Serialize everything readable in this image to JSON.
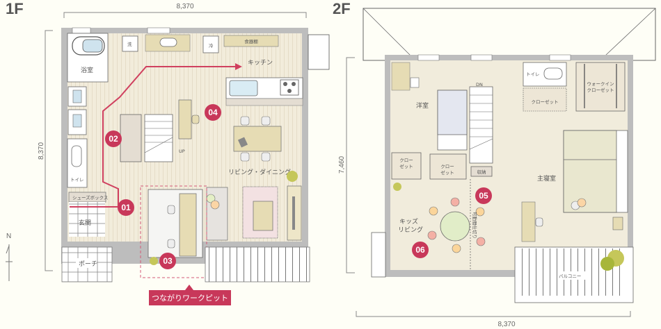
{
  "floors": {
    "first": {
      "label": "1F",
      "width_dim": "8,370",
      "depth_dim": "8,370",
      "rooms": {
        "bath": "浴室",
        "washer": "洗",
        "fridge": "冷",
        "cupboard": "食器棚",
        "kitchen": "キッチン",
        "toilet": "トイレ",
        "shoe_box": "シューズボックス",
        "entrance": "玄関",
        "porch": "ポーチ",
        "living_dining": "リビング・ダイニング",
        "stairs_up": "UP"
      },
      "badges": [
        "01",
        "02",
        "03",
        "04"
      ],
      "callout": "つながりワークピット"
    },
    "second": {
      "label": "2F",
      "width_dim": "8,370",
      "depth_dim": "7,460",
      "rooms": {
        "western_room": "洋室",
        "stairs_down": "DN",
        "closet_1_line1": "クロー",
        "closet_1_line2": "ゼット",
        "closet_2_line1": "クロー",
        "closet_2_line2": "ゼット",
        "storage": "収納",
        "toilet": "トイレ",
        "closet_3": "クローゼット",
        "walk_in_line1": "ウォークイン",
        "walk_in_line2": "クローゼット",
        "master_bedroom": "主寝室",
        "kids_living_line1": "キッズ",
        "kids_living_line2": "リビング",
        "movable_wall": "可動間仕切り",
        "balcony": "バルコニー"
      },
      "badges": [
        "05",
        "06"
      ]
    }
  },
  "compass": {
    "north": "N"
  },
  "colors": {
    "accent": "#c8385a",
    "wall": "#bdbdbd",
    "floor_wood": "#f1ecdc",
    "furniture": "#e6dcb4",
    "background": "#fefef6",
    "plant": "#c5c75a"
  }
}
